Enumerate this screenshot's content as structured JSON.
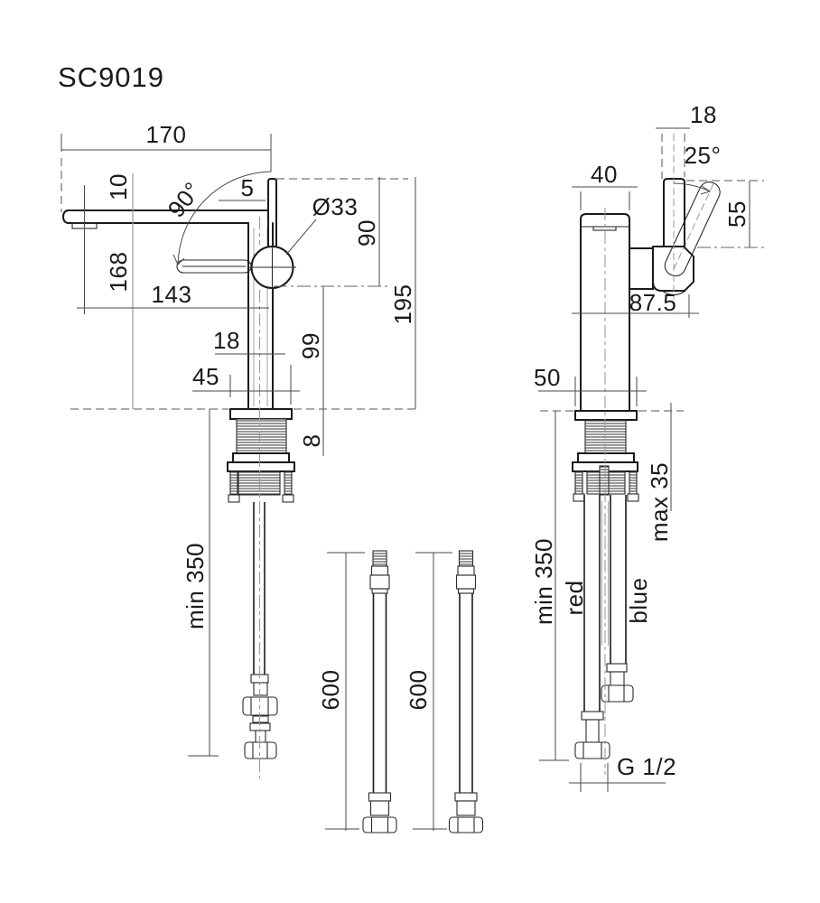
{
  "title": "SC9019",
  "background": "#ffffff",
  "ink": "#1a1a1a",
  "front": {
    "spout_length": "170",
    "spout_thickness": "10",
    "handle_arc": "90°",
    "handle_width": "5",
    "knob_diameter": "Ø33",
    "handle_height": "90",
    "total_height": "195",
    "spout_height": "168",
    "aerator_reach": "143",
    "body_diameter": "18",
    "outlet_height": "99",
    "base_width": "45",
    "deck_thickness": "8",
    "rod_min_length": "min 350",
    "hose1_length": "600",
    "hose2_length": "600"
  },
  "side": {
    "handle_thickness": "18",
    "handle_angle": "25°",
    "body_depth": "40",
    "handle_length": "55",
    "total_depth": "87.5",
    "flange_diameter": "50",
    "max_mounting_depth": "max 35",
    "rod_min_length": "min 350",
    "hot_hose": "red",
    "cold_hose": "blue",
    "thread": "G 1/2"
  }
}
